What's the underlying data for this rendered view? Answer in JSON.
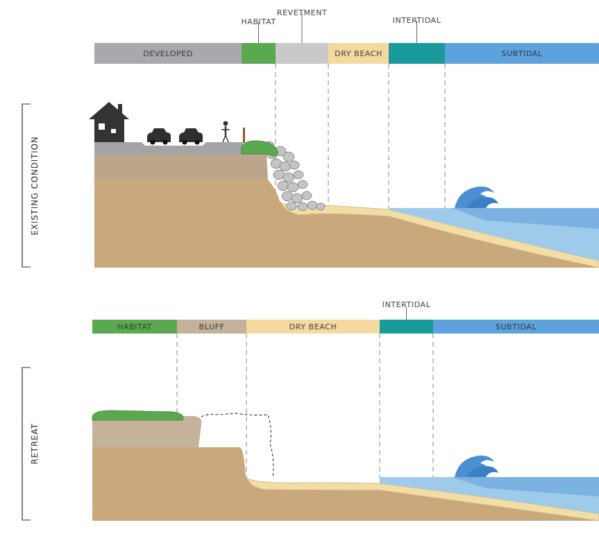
{
  "diagram": {
    "nodes": [
      {
        "text": [
          "DEVELOPED"
        ]
      },
      {
        "text": [
          "HABITAT"
        ]
      },
      {
        "text": [
          "REVETMENT"
        ]
      },
      {
        "text": [
          "DRY BEACH"
        ]
      },
      {
        "text": [
          "INTERTIDAL"
        ]
      },
      {
        "text": [
          "SUBTIDAL"
        ]
      },
      {
        "text": [
          "HABITAT"
        ]
      },
      {
        "text": [
          "BLUFF"
        ]
      },
      {
        "text": [
          "DRY BEACH"
        ]
      },
      {
        "text": [
          "INTERTIDAL"
        ]
      },
      {
        "text": [
          "SUBTIDAL"
        ]
      }
    ],
    "labels": [
      "EXISTING CONDITION",
      "RETREAT"
    ]
  }
}
